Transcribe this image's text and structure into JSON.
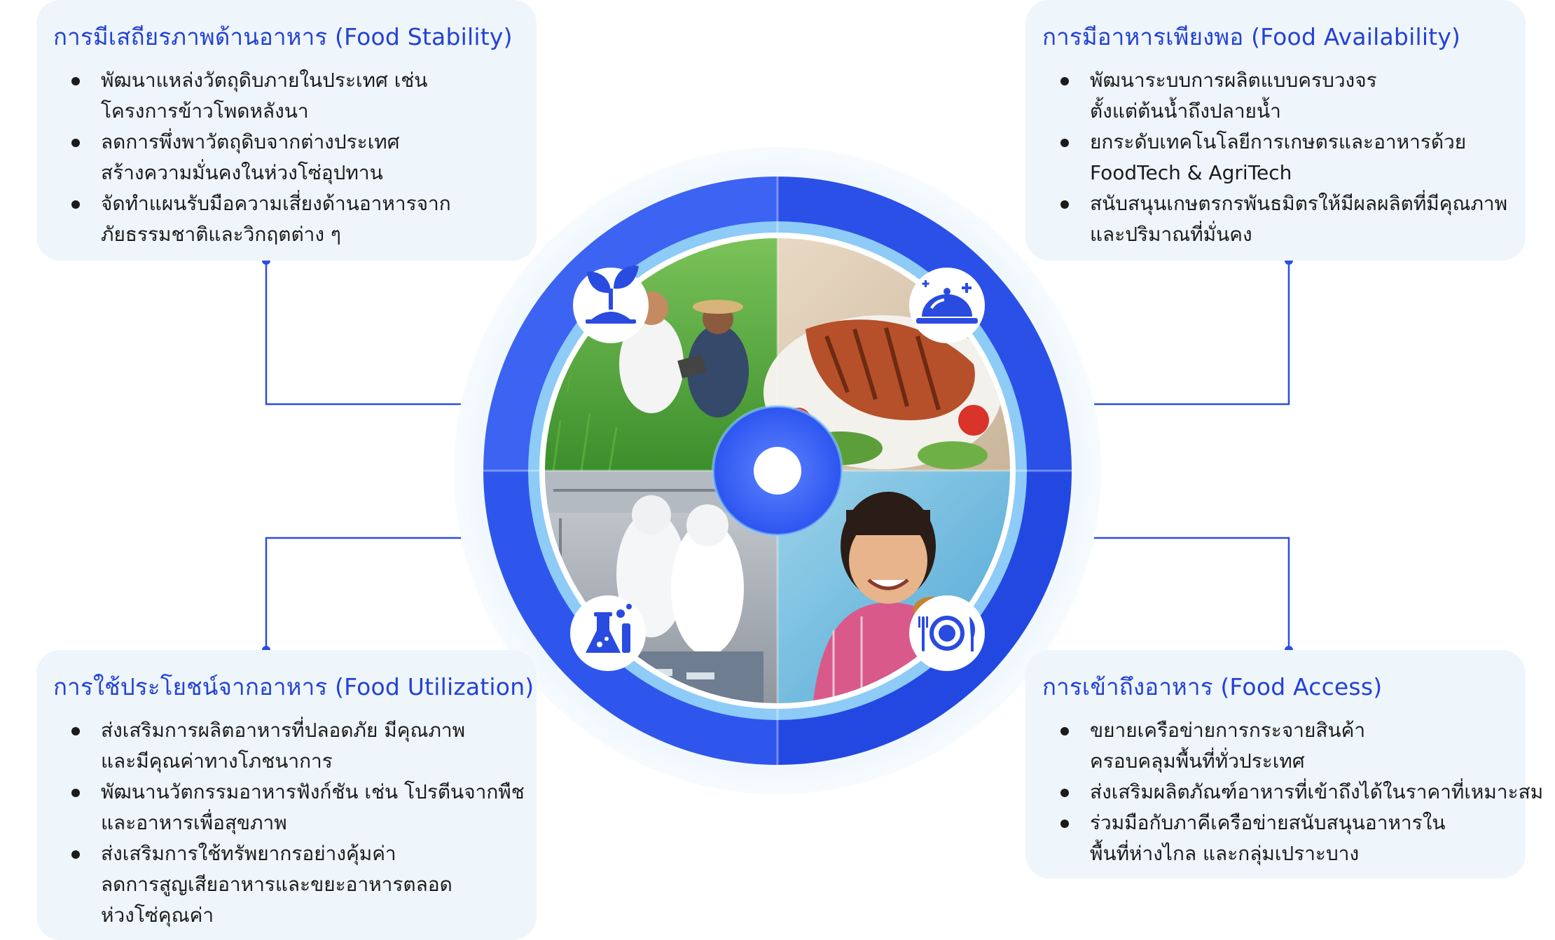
{
  "colors": {
    "accent": "#2441d6",
    "card_bg": "#eef6fb",
    "ring_dark": "#2f5af0",
    "ring_light": "#8ecbf7",
    "connector": "#2e4de0"
  },
  "cards": {
    "stability": {
      "title": "การมีเสถียรภาพด้านอาหาร (Food Stability)",
      "items": [
        {
          "line1": "พัฒนาแหล่งวัตถุดิบภายในประเทศ เช่น",
          "line2": "โครงการข้าวโพดหลังนา"
        },
        {
          "line1": "ลดการพึ่งพาวัตถุดิบจากต่างประเทศ",
          "line2": "สร้างความมั่นคงในห่วงโซ่อุปทาน"
        },
        {
          "line1": "จัดทำแผนรับมือความเสี่ยงด้านอาหารจาก",
          "line2": "ภัยธรรมชาติและวิกฤตต่าง ๆ"
        }
      ]
    },
    "availability": {
      "title": "การมีอาหารเพียงพอ (Food Availability)",
      "items": [
        {
          "line1": "พัฒนาระบบการผลิตแบบครบวงจร",
          "line2": "ตั้งแต่ต้นน้ำถึงปลายน้ำ"
        },
        {
          "line1": "ยกระดับเทคโนโลยีการเกษตรและอาหารด้วย",
          "line2": "FoodTech & AgriTech"
        },
        {
          "line1": "สนับสนุนเกษตรกรพันธมิตรให้มีผลผลิตที่มีคุณภาพ",
          "line2": "และปริมาณที่มั่นคง"
        }
      ]
    },
    "utilization": {
      "title": "การใช้ประโยชน์จากอาหาร (Food Utilization)",
      "items": [
        {
          "line1": "ส่งเสริมการผลิตอาหารที่ปลอดภัย มีคุณภาพ",
          "line2": "และมีคุณค่าทางโภชนาการ"
        },
        {
          "line1": "พัฒนานวัตกรรมอาหารฟังก์ชัน เช่น โปรตีนจากพืช",
          "line2": "และอาหารเพื่อสุขภาพ"
        },
        {
          "line1": "ส่งเสริมการใช้ทรัพยากรอย่างคุ้มค่า",
          "line2": "ลดการสูญเสียอาหารและขยะอาหารตลอด",
          "line3": "ห่วงโซ่คุณค่า"
        }
      ]
    },
    "access": {
      "title": "การเข้าถึงอาหาร (Food Access)",
      "items": [
        {
          "line1": "ขยายเครือข่ายการกระจายสินค้า",
          "line2": "ครอบคลุมพื้นที่ทั่วประเทศ"
        },
        {
          "line1": "ส่งเสริมผลิตภัณฑ์อาหารที่เข้าถึงได้ในราคาที่เหมาะสม"
        },
        {
          "line1": "ร่วมมือกับภาคีเครือข่ายสนับสนุนอาหารใน",
          "line2": "พื้นที่ห่างไกล และกลุ่มเปราะบาง"
        }
      ]
    }
  },
  "quadrant_icons": {
    "top_left": "seedling-icon",
    "top_right": "food-cloche-icon",
    "bottom_left": "lab-flask-icon",
    "bottom_right": "plate-cutlery-icon"
  }
}
